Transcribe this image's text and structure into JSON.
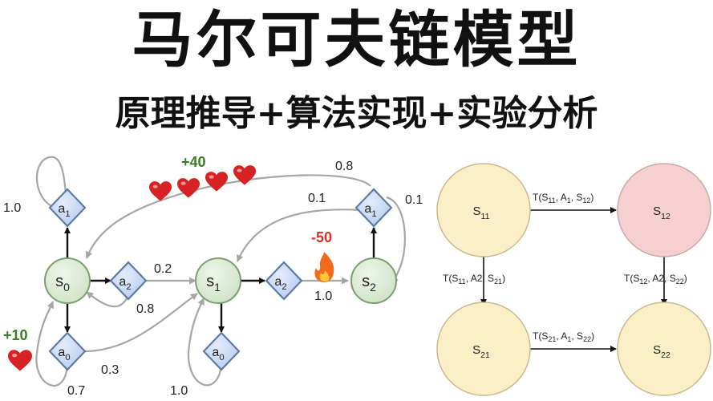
{
  "title": "马尔可夫链模型",
  "subtitle": "原理推导+算法实现+实验分析",
  "colors": {
    "state_fill": "#d9ead3",
    "state_stroke": "#7a9e6e",
    "action_fill": "#c9daf8",
    "action_stroke": "#5577a0",
    "arrow_dark": "#111111",
    "arrow_light": "#a6a6a6",
    "reward_pos": "#3a7d1f",
    "reward_neg": "#d9321f",
    "heart": "#d62222",
    "node_yellow": "#fbefc7",
    "node_red": "#f6cfcf",
    "node_stroke": "#c9b98e"
  },
  "left_diagram": {
    "states": [
      {
        "base": "s",
        "sub": "0"
      },
      {
        "base": "s",
        "sub": "1"
      },
      {
        "base": "s",
        "sub": "2"
      }
    ],
    "actions": {
      "s0_a1": {
        "base": "a",
        "sub": "1"
      },
      "s0_a2": {
        "base": "a",
        "sub": "2"
      },
      "s0_a0": {
        "base": "a",
        "sub": "0"
      },
      "s1_a2": {
        "base": "a",
        "sub": "2"
      },
      "s1_a0": {
        "base": "a",
        "sub": "0"
      },
      "s2_a1": {
        "base": "a",
        "sub": "1"
      }
    },
    "probabilities": {
      "s0_a1_loop": "1.0",
      "s0_a2_to_s1": "0.2",
      "s0_a2_to_s0": "0.8",
      "s0_a0_to_s1": "0.3",
      "s0_a0_to_s0": "0.7",
      "s1_a0_loop": "1.0",
      "s1_a2_to_s2": "1.0",
      "s2_a1_to_s0": "0.8",
      "s2_a1_to_s1": "0.1",
      "s2_a1_loop": "0.1"
    },
    "rewards": {
      "top": "+40",
      "left": "+10",
      "fire": "-50"
    }
  },
  "right_diagram": {
    "nodes": [
      {
        "base": "S",
        "sub": "11"
      },
      {
        "base": "S",
        "sub": "12"
      },
      {
        "base": "S",
        "sub": "21"
      },
      {
        "base": "S",
        "sub": "22"
      }
    ],
    "edges": {
      "top": {
        "prefix": "T(S",
        "s1": "11",
        "mid": ", A",
        "a": "1",
        "mid2": ", S",
        "s2": "12",
        "suffix": ")"
      },
      "left": {
        "prefix": "T(S",
        "s1": "11",
        "mid": ", A2, S",
        "s2": "21",
        "suffix": ")"
      },
      "right": {
        "prefix": "T(S",
        "s1": "12",
        "mid": ", A2, S",
        "s2": "22",
        "suffix": ")"
      },
      "bottom": {
        "prefix": "T(S",
        "s1": "21",
        "mid": ", A",
        "a": "1",
        "mid2": ", S",
        "s2": "22",
        "suffix": ")"
      }
    }
  }
}
